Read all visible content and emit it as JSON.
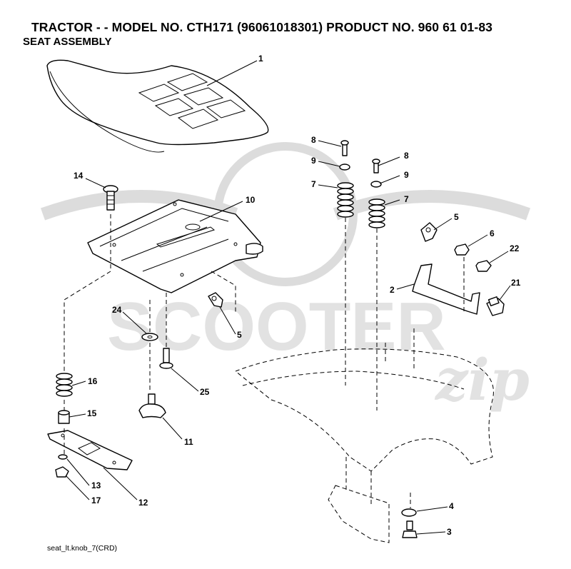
{
  "header": {
    "title": "TRACTOR - - MODEL NO. CTH171 (96061018301) PRODUCT NO. 960 61 01-83",
    "subtitle": "SEAT ASSEMBLY"
  },
  "footer": {
    "drawing_id": "seat_lt.knob_7(CRD)"
  },
  "watermark": {
    "text": "SCOOTER",
    "script_text": "zip"
  },
  "callouts": [
    {
      "id": "c1",
      "label": "1"
    },
    {
      "id": "c8a",
      "label": "8"
    },
    {
      "id": "c9a",
      "label": "9"
    },
    {
      "id": "c7a",
      "label": "7"
    },
    {
      "id": "c8b",
      "label": "8"
    },
    {
      "id": "c9b",
      "label": "9"
    },
    {
      "id": "c7b",
      "label": "7"
    },
    {
      "id": "c14",
      "label": "14"
    },
    {
      "id": "c10",
      "label": "10"
    },
    {
      "id": "c5a",
      "label": "5"
    },
    {
      "id": "c6",
      "label": "6"
    },
    {
      "id": "c22",
      "label": "22"
    },
    {
      "id": "c2",
      "label": "2"
    },
    {
      "id": "c21",
      "label": "21"
    },
    {
      "id": "c24",
      "label": "24"
    },
    {
      "id": "c5b",
      "label": "5"
    },
    {
      "id": "c16",
      "label": "16"
    },
    {
      "id": "c25",
      "label": "25"
    },
    {
      "id": "c15",
      "label": "15"
    },
    {
      "id": "c11",
      "label": "11"
    },
    {
      "id": "c13",
      "label": "13"
    },
    {
      "id": "c12",
      "label": "12"
    },
    {
      "id": "c17",
      "label": "17"
    },
    {
      "id": "c4",
      "label": "4"
    },
    {
      "id": "c3",
      "label": "3"
    }
  ]
}
